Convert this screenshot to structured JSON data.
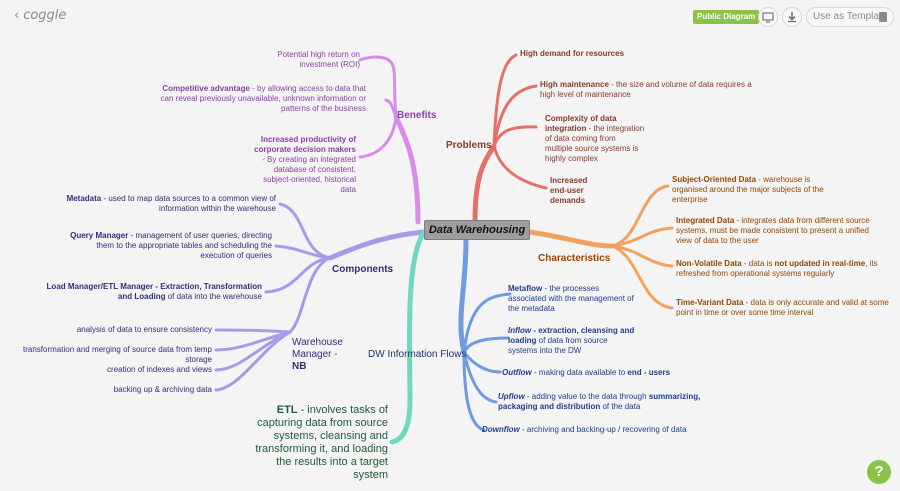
{
  "app": {
    "logo": "coggle",
    "back_icon": "chevron-left-icon"
  },
  "toolbar": {
    "public_badge": "Public Diagram",
    "present_icon": "monitor-icon",
    "download_icon": "download-icon",
    "template_label": "Use as Template",
    "copy_icon": "copy-icon"
  },
  "help": {
    "label": "?"
  },
  "colors": {
    "badge": "#8bc34a",
    "help": "#8bc34a",
    "benefits": "#d98be8",
    "problems": "#e57068",
    "characteristics": "#f2a15e",
    "components": "#a79be8",
    "flows": "#6f9be0",
    "etl": "#6fd8c0"
  },
  "map": {
    "central": "Data Warehousing",
    "benefits": {
      "label": "Benefits",
      "items": [
        {
          "plain": "Potential high return on investment (ROI)"
        },
        {
          "bold": "Competitive advantage",
          "plain": " - by allowing access to data that can reveal previously unavailable, unknown information or patterns of the business"
        },
        {
          "bold": "Increased productivity of corporate decision makers",
          "plain": " - By creating an integrated database of consistent, subject-oriented, historical data"
        }
      ]
    },
    "problems": {
      "label": "Problems",
      "items": [
        {
          "bold": "High demand for resources"
        },
        {
          "bold": "High maintenance",
          "plain": " - the size and volume of data requires a high level of maintenance"
        },
        {
          "bold": "Complexity of data integration",
          "plain": " - the integration of data coming from multiple source systems is highly complex"
        },
        {
          "bold": "Increased end-user demands"
        }
      ]
    },
    "characteristics": {
      "label": "Characteristics",
      "items": [
        {
          "bold": "Subject-Oriented Data",
          "plain": " - warehouse is organised around the major subjects of the enterprise"
        },
        {
          "bold": "Integrated Data",
          "plain": " - integrates data from different source systems, must be made consistent to present a unified view of data to the user"
        },
        {
          "bold": "Non-Volatile Data",
          "plain": " - data is ",
          "bold2": "not updated in real-time",
          "plain2": ", its refreshed from operational systems regularly"
        },
        {
          "bold": "Time-Variant Data",
          "plain": " - data is only accurate and valid at some point in time or over some time interval"
        }
      ]
    },
    "components": {
      "label": "Components",
      "items": [
        {
          "bold": "Metadata",
          "plain": " - used to map data sources to a common view of information within the warehouse"
        },
        {
          "bold": "Query Manager",
          "plain": " - management of user queries, directing them to the appropriate tables and scheduling the execution of queries"
        },
        {
          "bold": "Load Manager/ETL Manager - Extraction, Transformation and Loading",
          "plain": " of data into the warehouse"
        }
      ]
    },
    "warehouse_manager": {
      "label": "Warehouse Manager - ",
      "label_bold": "NB",
      "items": [
        {
          "plain": "analysis of data to ensure consistency"
        },
        {
          "plain": "transformation and merging of source data from temp storage"
        },
        {
          "plain": "creation of indexes and views"
        },
        {
          "plain": "backing up & archiving data"
        }
      ]
    },
    "flows": {
      "label": "DW Information Flows",
      "items": [
        {
          "bold": "Metaflow",
          "plain": " - the processes associated with the management of the metadata"
        },
        {
          "bold_italic": "Inflow",
          "bold": " - extraction, cleansing and loading",
          "plain": " of data from source systems into the DW"
        },
        {
          "bold_italic": "Outflow",
          "plain": " - making data available to ",
          "bold": "end - users"
        },
        {
          "bold_italic": "Upflow",
          "plain": " - adding value to the data through ",
          "bold": "summarizing, packaging and distribution",
          "plain2": " of the data"
        },
        {
          "bold_italic": "Downflow",
          "plain": " - archiving and backing-up / recovering of data"
        }
      ]
    },
    "etl": {
      "bold": "ETL",
      "plain": " - involves tasks of capturing data from source systems, cleansing and transforming it, and loading the results into a target system"
    }
  }
}
